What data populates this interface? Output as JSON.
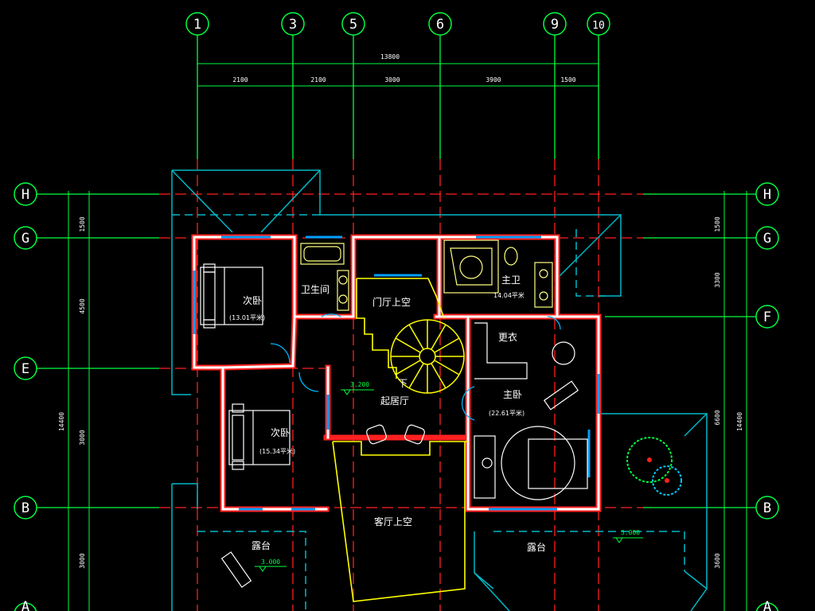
{
  "axes_top": [
    "1",
    "3",
    "5",
    "6",
    "9",
    "10"
  ],
  "axes_side": [
    "H",
    "G",
    "F",
    "E",
    "B",
    "A"
  ],
  "dimensions": {
    "total_top": "13800",
    "segments_top": [
      "2100",
      "2100",
      "3000",
      "3900",
      "1500"
    ],
    "left_side": [
      "1500",
      "4500",
      "3000",
      "3000"
    ],
    "left_total": "14400",
    "right_side": [
      "1500",
      "3300",
      "6600",
      "3600"
    ],
    "right_total": "14400"
  },
  "rooms": {
    "bedroom1": {
      "name": "次卧",
      "area": "(13.01平米)"
    },
    "bathroom": {
      "name": "卫生间"
    },
    "foyer_void": {
      "name": "门厅上空"
    },
    "master_bath": {
      "name": "主卫",
      "area": "14.04平米"
    },
    "closet": {
      "name": "更衣"
    },
    "bedroom2": {
      "name": "次卧",
      "area": "(15.34平米)"
    },
    "living": {
      "name": "起居厅"
    },
    "stair_down": {
      "name": "下"
    },
    "master": {
      "name": "主卧",
      "area": "(22.61平米)"
    },
    "hall_void": {
      "name": "客厅上空"
    },
    "terrace_left": {
      "name": "露台"
    },
    "terrace_right": {
      "name": "露台"
    }
  },
  "elevations": {
    "living": "3.200",
    "terrace_left": "3.000",
    "terrace_right": "3.000"
  },
  "colors": {
    "background": "#000000",
    "axis_line": "#00ff40",
    "axis_bubble": "#00ff40",
    "wall": "#ffffff",
    "wall_edge": "#ff2020",
    "roof": "#00b8c8",
    "window": "#00a0ff",
    "stair": "#ffff00",
    "fixture": "#ffff80"
  }
}
